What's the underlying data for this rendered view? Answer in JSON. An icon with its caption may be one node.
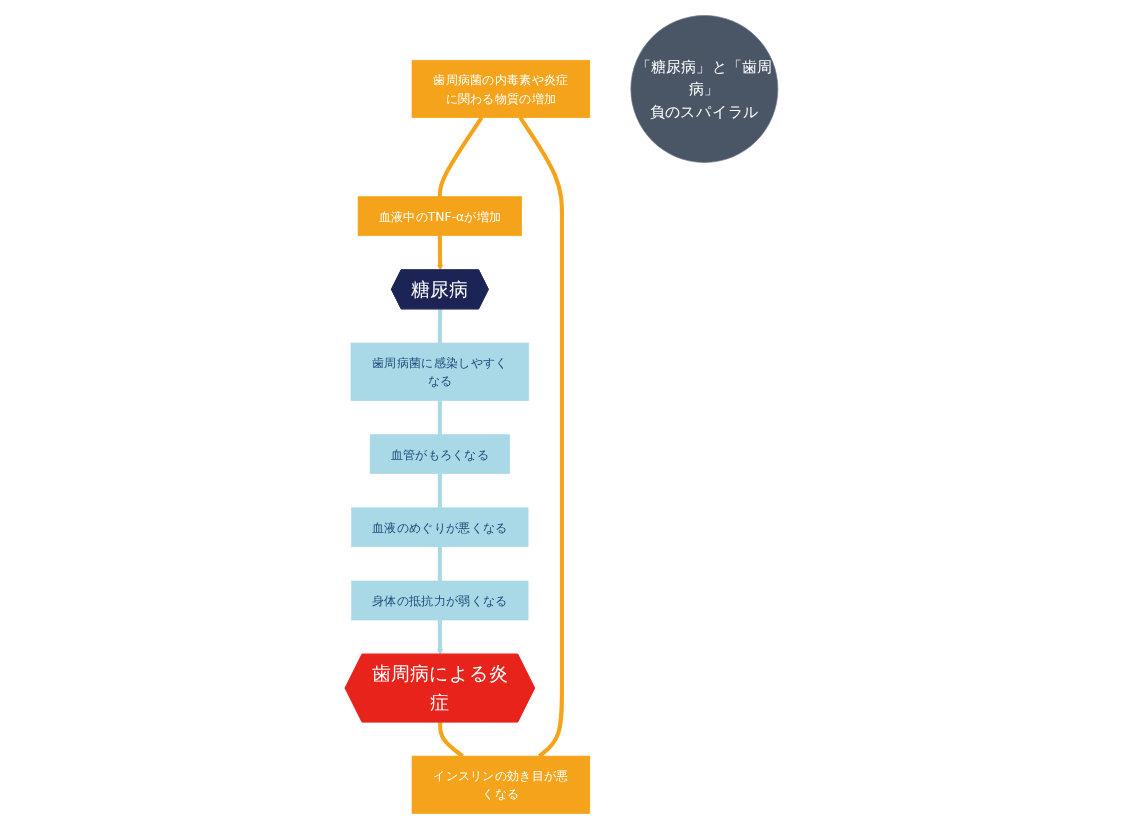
{
  "diagram": {
    "nodes": [
      {
        "text": [
          "歯周病菌の内毒素や炎症に関わる物質の増加"
        ]
      },
      {
        "text": [
          "インスリンの効き目が悪くなる"
        ]
      },
      {
        "text": [
          "歯周病による炎症"
        ]
      },
      {
        "text": [
          "血液中のTNF-αが増加"
        ]
      },
      {
        "text": [
          "「糖尿病」と「歯周病」",
          "負のスパイラル"
        ]
      },
      {
        "text": [
          "身体の抵抗力が弱くなる"
        ]
      },
      {
        "text": [
          "血液のめぐりが悪くなる"
        ]
      },
      {
        "text": [
          "糖尿病"
        ]
      },
      {
        "text": [
          "歯周病菌に感染しやすくなる"
        ]
      },
      {
        "text": [
          "血管がもろくなる"
        ]
      }
    ],
    "edges": [
      {
        "from": 2,
        "to": 1,
        "arrow": "none",
        "color": "#f5a31a"
      },
      {
        "from": 1,
        "to": 0,
        "arrow": "none",
        "color": "#f5a31a"
      },
      {
        "from": 0,
        "to": 3,
        "arrow": "none",
        "color": "#f5a31a"
      },
      {
        "from": 3,
        "to": 7,
        "arrow": "to",
        "color": "#f5a31a"
      },
      {
        "from": 7,
        "to": 8,
        "arrow": "none",
        "color": "#a9d9e6"
      },
      {
        "from": 8,
        "to": 9,
        "arrow": "none",
        "color": "#a9d9e6"
      },
      {
        "from": 9,
        "to": 6,
        "arrow": "none",
        "color": "#a9d9e6"
      },
      {
        "from": 6,
        "to": 5,
        "arrow": "none",
        "color": "#a9d9e6"
      },
      {
        "from": 5,
        "to": 2,
        "arrow": "to",
        "color": "#a9d9e6"
      }
    ]
  }
}
